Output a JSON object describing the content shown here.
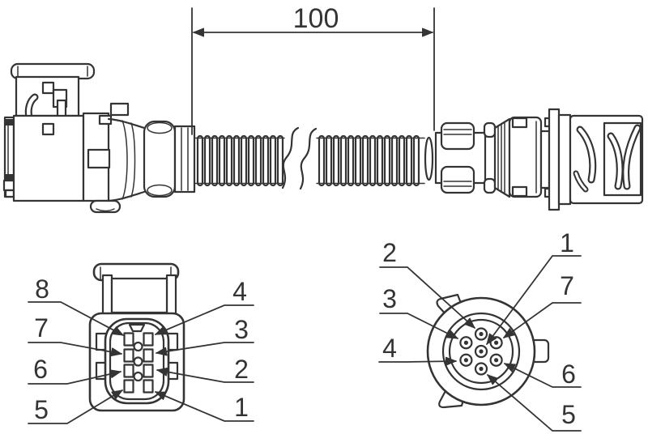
{
  "colors": {
    "line": "#343434",
    "background": "#ffffff"
  },
  "dimension": {
    "label": "100"
  },
  "rect_pinout": {
    "left_labels": [
      "8",
      "7",
      "6",
      "5"
    ],
    "right_labels": [
      "4",
      "3",
      "2",
      "1"
    ]
  },
  "circular_pinout": {
    "left_labels": [
      "2",
      "3",
      "4"
    ],
    "right_labels": [
      "1",
      "7",
      "6",
      "5"
    ]
  }
}
